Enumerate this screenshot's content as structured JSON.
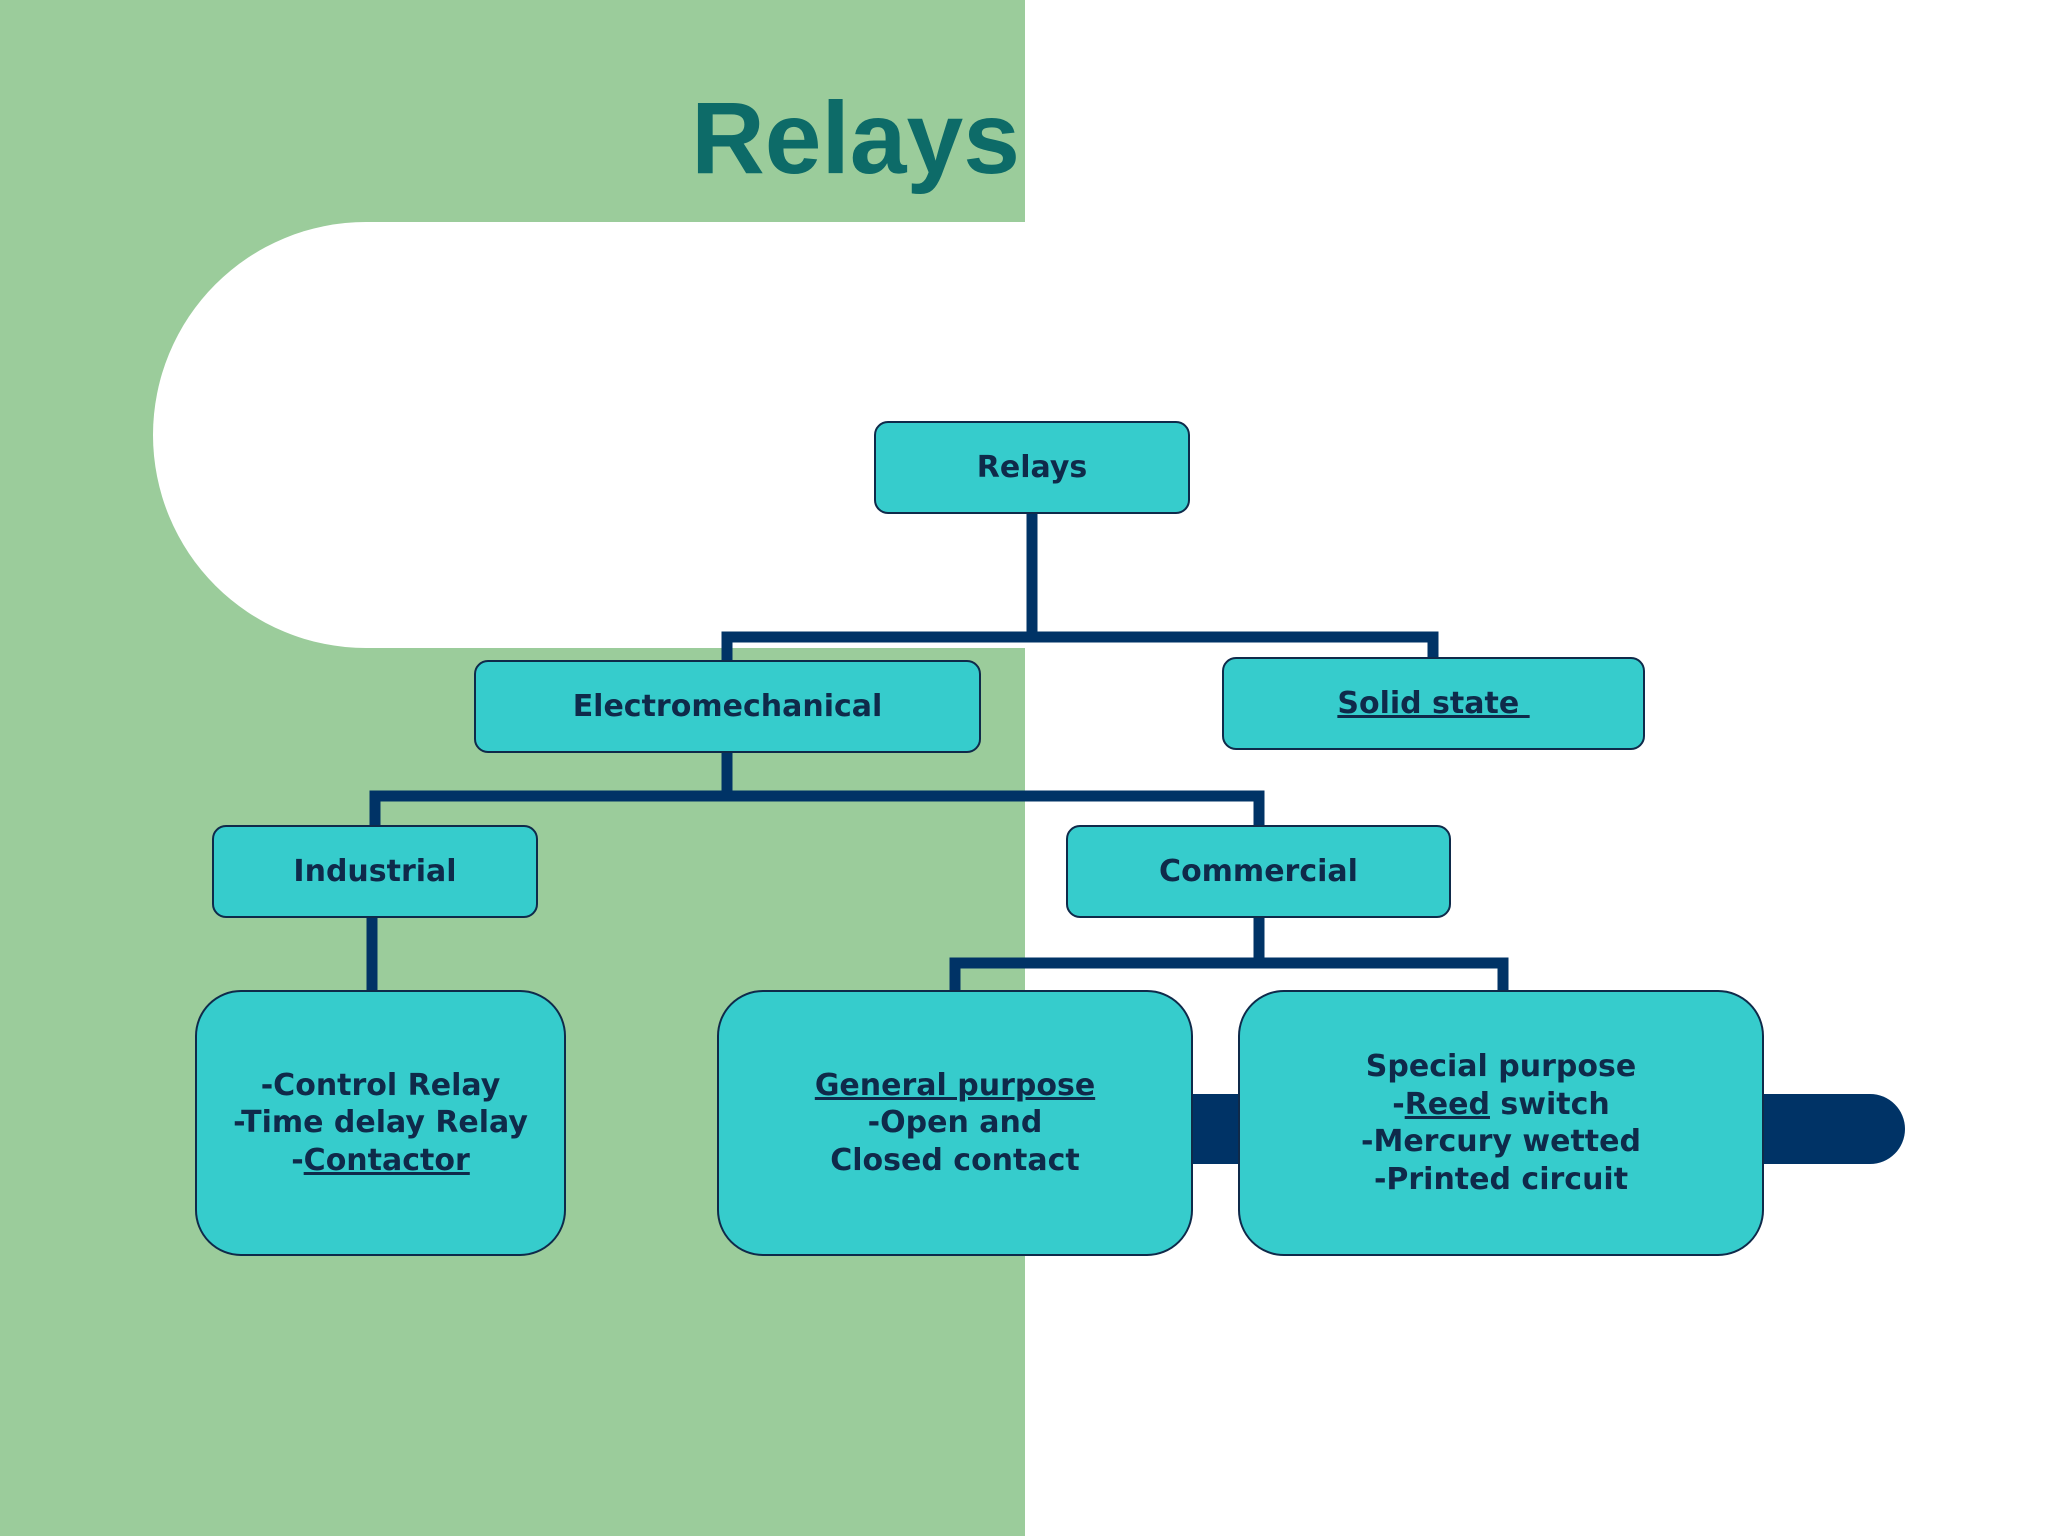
{
  "slide": {
    "title": "Relays",
    "colors": {
      "green": "#9bcc9b",
      "title": "#0d6b68",
      "node_fill": "#36cccc",
      "node_text": "#0f2a4a",
      "connector": "#003366"
    }
  },
  "tree": {
    "root": "Relays",
    "electromechanical": "Electromechanical",
    "solid_state": "Solid state ",
    "industrial": "Industrial",
    "commercial": "Commercial",
    "industrial_types": {
      "line1": "-Control Relay",
      "line2": "-Time delay Relay",
      "line3_prefix": "-",
      "line3_link": "Contactor"
    },
    "general_purpose": {
      "heading": "General purpose",
      "line1": "-Open and",
      "line2": "Closed contact"
    },
    "special_purpose": {
      "heading": "Special purpose",
      "line1_prefix": "-",
      "line1_link": "Reed",
      "line1_rest": " switch",
      "line2": "-Mercury wetted",
      "line3": "-Printed circuit"
    }
  }
}
